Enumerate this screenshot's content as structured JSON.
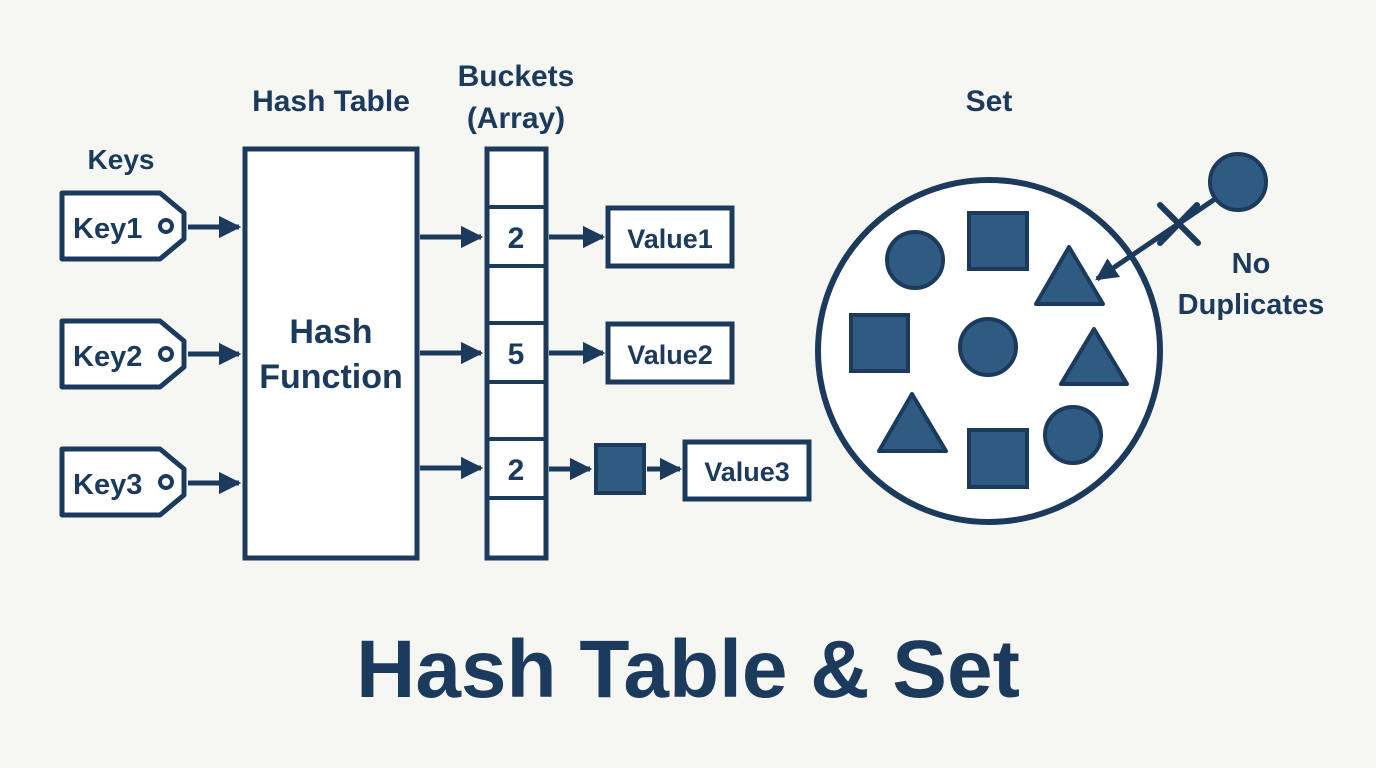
{
  "colors": {
    "ink": "#1b3a5c",
    "fill": "#2f5a82",
    "background": "#f6f6f3",
    "box": "#ffffff"
  },
  "hash_table": {
    "keys_heading": "Keys",
    "table_heading": "Hash Table",
    "buckets_heading_line1": "Buckets",
    "buckets_heading_line2": "(Array)",
    "function_line1": "Hash",
    "function_line2": "Function",
    "keys": [
      "Key1",
      "Key2",
      "Key3"
    ],
    "bucket_indices": [
      "2",
      "5",
      "2"
    ],
    "values": [
      "Value1",
      "Value2",
      "Value3"
    ],
    "chain_node_icon": "square-node-icon"
  },
  "set": {
    "heading": "Set",
    "note_line1": "No",
    "note_line2": "Duplicates",
    "member_shapes": [
      "circle",
      "square",
      "triangle",
      "square",
      "circle",
      "triangle",
      "triangle",
      "square",
      "circle"
    ],
    "rejected_shape": "circle",
    "reject_icon": "x-mark-icon"
  },
  "title": "Hash Table & Set"
}
